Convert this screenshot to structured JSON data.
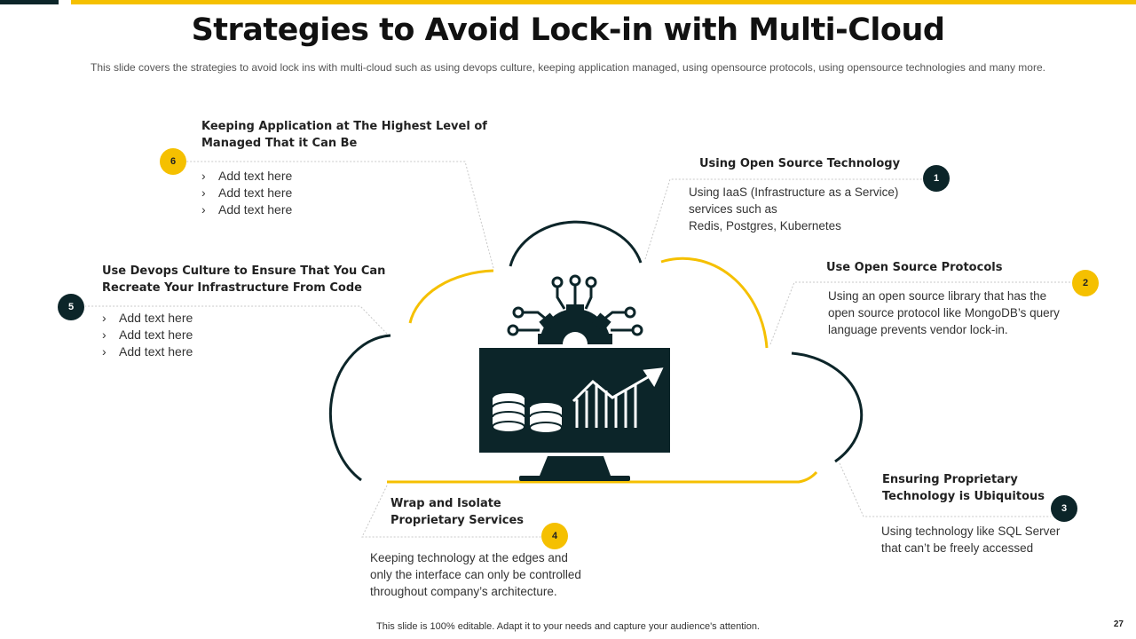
{
  "title": "Strategies to Avoid Lock-in with Multi-Cloud",
  "subtitle": "This slide covers the strategies to avoid  lock ins with multi-cloud such as using devops culture, keeping application managed,  using opensource protocols, using opensource technologies and many more.",
  "colors": {
    "accent": "#f5c000",
    "dark": "#0c2529"
  },
  "center_icon": [
    "gear-circuit-icon",
    "monitor-icon",
    "database-icon",
    "growth-chart-icon"
  ],
  "strategies": [
    {
      "number": "1",
      "heading_lines": [
        "Using Open Source Technology"
      ],
      "body_lines": [
        "Using IaaS (Infrastructure  as a Service)",
        "services such as",
        "Redis, Postgres, Kubernetes"
      ]
    },
    {
      "number": "2",
      "heading_lines": [
        "Use Open Source Protocols"
      ],
      "body_lines": [
        "Using an open source library that has the",
        "open source protocol like MongoDB’s query",
        "language prevents vendor lock-in."
      ]
    },
    {
      "number": "3",
      "heading_lines": [
        "Ensuring Proprietary",
        "Technology is Ubiquitous"
      ],
      "body_lines": [
        "Using technology like SQL Server",
        "that can’t be freely accessed"
      ]
    },
    {
      "number": "4",
      "heading_lines": [
        "Wrap and Isolate",
        "Proprietary Services"
      ],
      "body_lines": [
        "Keeping technology at the edges and",
        "only the interface can only be controlled",
        "throughout company’s architecture."
      ]
    },
    {
      "number": "5",
      "heading_lines": [
        "Use Devops Culture to Ensure That You Can",
        "Recreate Your Infrastructure From Code"
      ],
      "bullets": [
        "Add text here",
        "Add text here",
        "Add text here"
      ]
    },
    {
      "number": "6",
      "heading_lines": [
        "Keeping Application at  The Highest Level of",
        "Managed That it Can Be"
      ],
      "bullets": [
        "Add text here",
        "Add text here",
        "Add text here"
      ]
    }
  ],
  "footer": "This slide is 100% editable. Adapt it to your needs and capture  your audience's attention.",
  "page_number": "27"
}
